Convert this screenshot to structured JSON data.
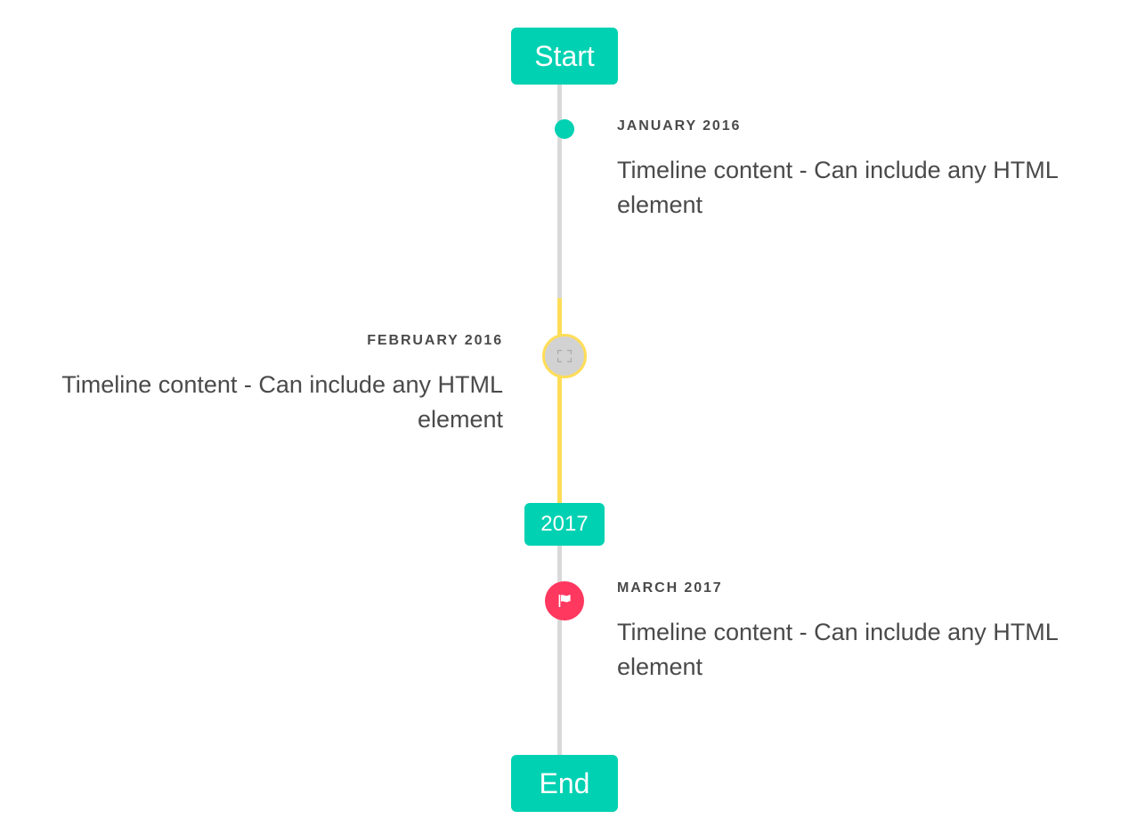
{
  "timeline": {
    "header": {
      "label": "Start",
      "color": "#00d1b2"
    },
    "footer": {
      "label": "End",
      "color": "#00d1b2"
    },
    "divider": {
      "label": "2017",
      "color": "#00d1b2"
    },
    "line_colors": {
      "default": "#d9d9d9",
      "warning": "#ffdd57"
    },
    "items": [
      {
        "date": "JANUARY 2016",
        "content": "Timeline content - Can include any HTML element",
        "side": "right",
        "marker": "dot",
        "marker_color": "#00d1b2"
      },
      {
        "date": "FEBRUARY 2016",
        "content": "Timeline content - Can include any HTML element",
        "side": "left",
        "marker": "broken-image",
        "marker_color": "#ffdd57"
      },
      {
        "date": "MARCH 2017",
        "content": "Timeline content - Can include any HTML element",
        "side": "right",
        "marker": "flag-icon",
        "marker_color": "#ff3860"
      }
    ]
  }
}
